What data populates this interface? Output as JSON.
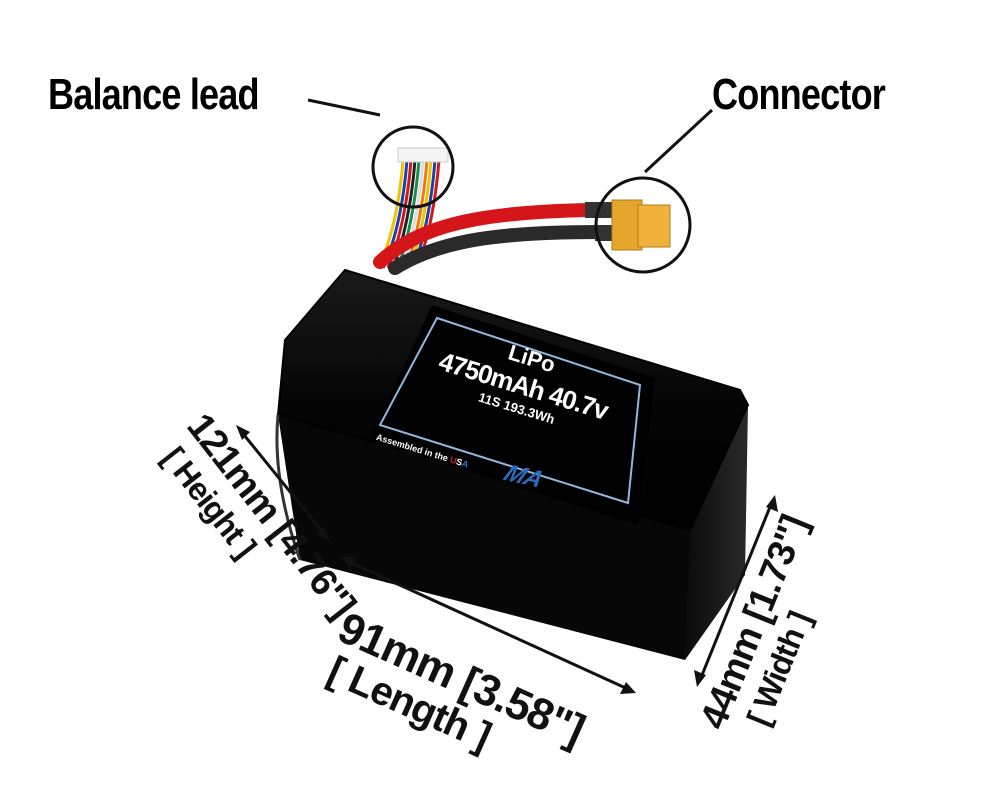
{
  "callouts": {
    "balance_lead": "Balance lead",
    "connector": "Connector"
  },
  "battery_label": {
    "chemistry": "LiPo",
    "capacity_voltage": "4750mAh 40.7v",
    "config_energy": "11S 193.3Wh",
    "assembled_prefix": "Assembled in the ",
    "assembled_u": "U",
    "assembled_s": "S",
    "assembled_a": "A",
    "logo_text": "MA"
  },
  "dimensions": {
    "height_value": "121mm [4.76\"]",
    "height_name": "[ Height ]",
    "length_value": "91mm [3.58\"]",
    "length_name": "[ Length ]",
    "width_value": "44mm [1.73\"]",
    "width_name": "[ Width ]"
  },
  "colors": {
    "battery_body": "#050505",
    "label_border": "#8fb8dc",
    "connector": "#e6a52c",
    "red_wire": "#d4161b",
    "usa_red": "#d21f26",
    "usa_blue": "#2a6fc4",
    "logo_blue": "#2b6bbd"
  }
}
